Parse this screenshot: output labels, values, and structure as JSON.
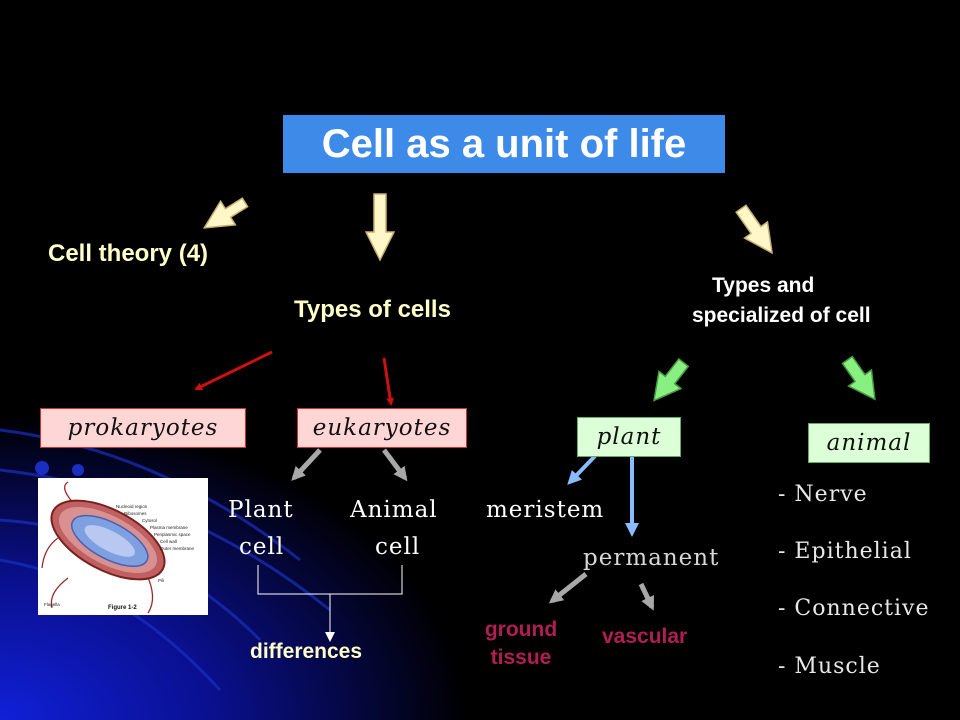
{
  "title": "Cell as a unit of life",
  "nodes": {
    "cell_theory": "Cell theory (4)",
    "types_of_cells": "Types of cells",
    "types_specialized_line1": "Types and",
    "types_specialized_line2": "specialized of cell",
    "prokaryotes": "prokaryotes",
    "eukaryotes": "eukaryotes",
    "plant": "plant",
    "animal": "animal",
    "plant_cell_line1": "Plant",
    "plant_cell_line2": "cell",
    "animal_cell_line1": "Animal",
    "animal_cell_line2": "cell",
    "differences": "differences",
    "meristem": "meristem",
    "permanent": "permanent",
    "ground_tissue_line1": "ground",
    "ground_tissue_line2": "tissue",
    "vascular": "vascular"
  },
  "animal_tissues": [
    "- Nerve",
    "- Epithelial",
    "- Connective",
    "- Muscle"
  ],
  "figure": {
    "caption": "Figure 1-2",
    "labels": [
      "Nucleoid region",
      "Ribosomes",
      "Cytosol",
      "Plasma membrane",
      "Periplasmic space",
      "Cell wall",
      "Outer membrane",
      "Pili",
      "Flagella"
    ]
  },
  "colors": {
    "title_bg": "#3d8ae8",
    "arrow_cream": "#fff7c8",
    "arrow_red": "#cc1111",
    "arrow_green": "#88f080",
    "arrow_grey": "#a8a8a8",
    "arrow_blue": "#88bbff"
  }
}
